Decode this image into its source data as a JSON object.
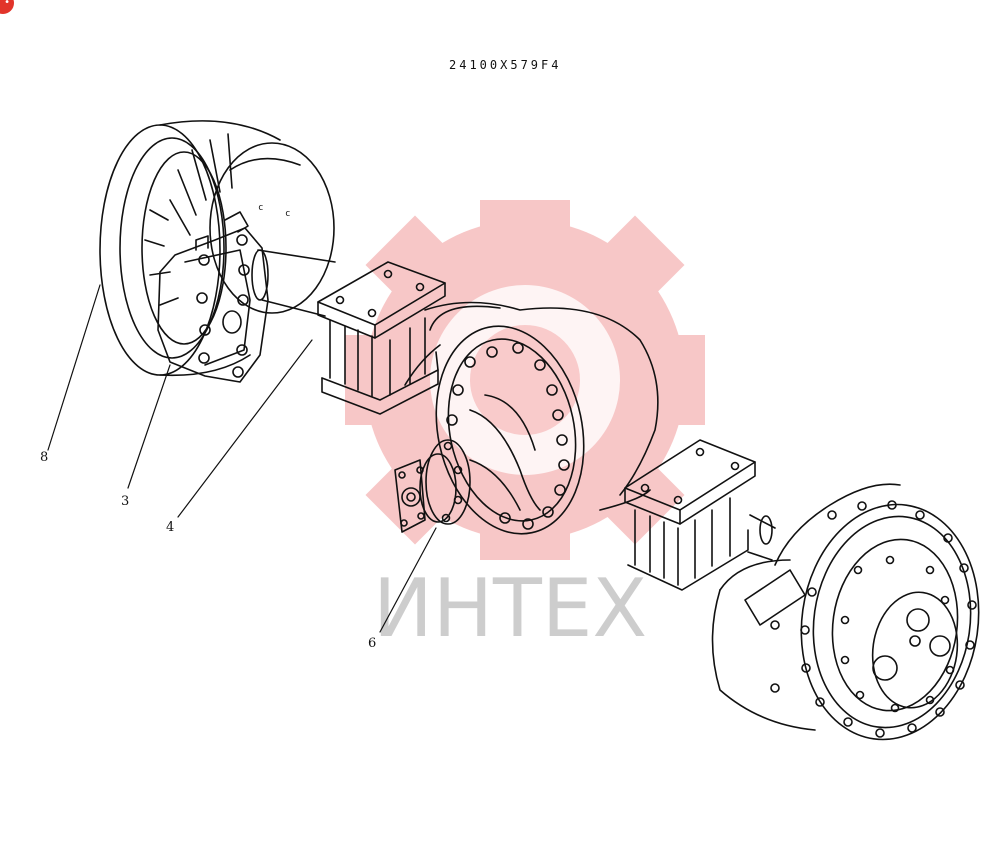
{
  "header": {
    "part_code": "24100X579F4"
  },
  "corner_badge": {
    "icon": "notification-badge-icon",
    "color": "#e2342a"
  },
  "watermark": {
    "text": "ИНТЕХ",
    "logo_icon": "gear-logo-icon",
    "color": "#f08a8a"
  },
  "callouts": [
    {
      "id": "8",
      "label": "8"
    },
    {
      "id": "3",
      "label": "3"
    },
    {
      "id": "4",
      "label": "4"
    },
    {
      "id": "6",
      "label": "6"
    }
  ]
}
